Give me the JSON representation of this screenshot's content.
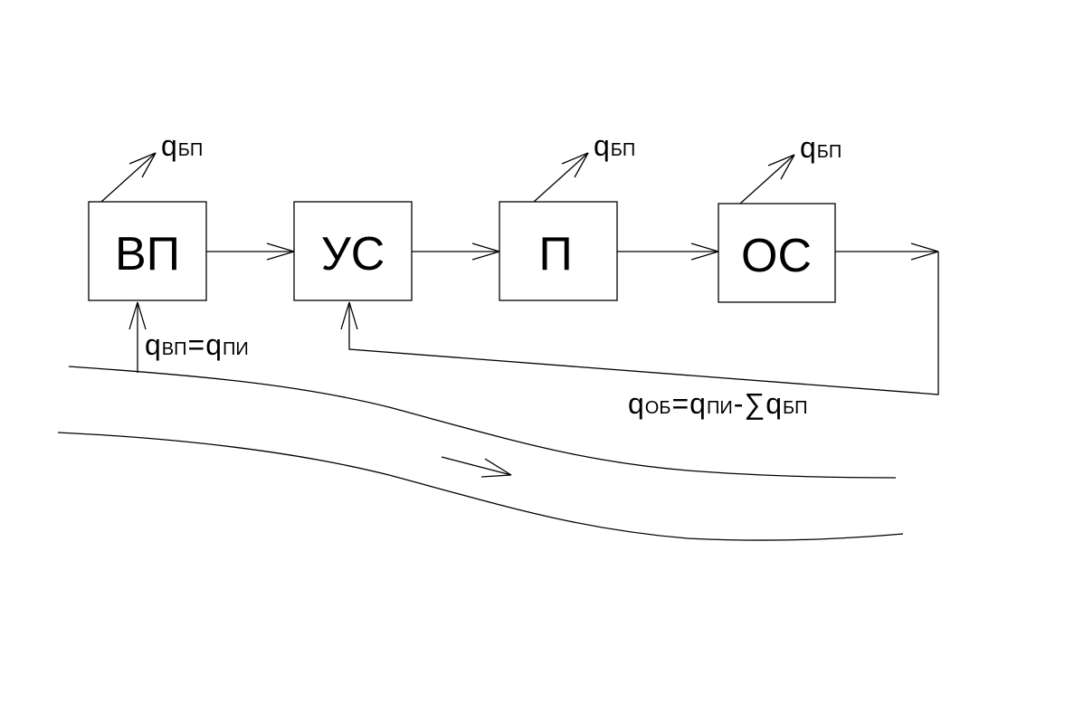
{
  "blocks": {
    "vp": "ВП",
    "us": "УС",
    "p": "П",
    "os": "ОС"
  },
  "losses": {
    "symbol": "q",
    "subscript": "БП"
  },
  "input_formula": {
    "q1": "q",
    "sub1": "ВП",
    "eq": "=",
    "q2": "q",
    "sub2": "ПИ"
  },
  "output_formula": {
    "q1": "q",
    "sub1": "ОБ",
    "eq": "=",
    "q2": "q",
    "sub2": "ПИ",
    "minus": "-",
    "sum": "∑",
    "q3": "q",
    "sub3": "БП"
  }
}
